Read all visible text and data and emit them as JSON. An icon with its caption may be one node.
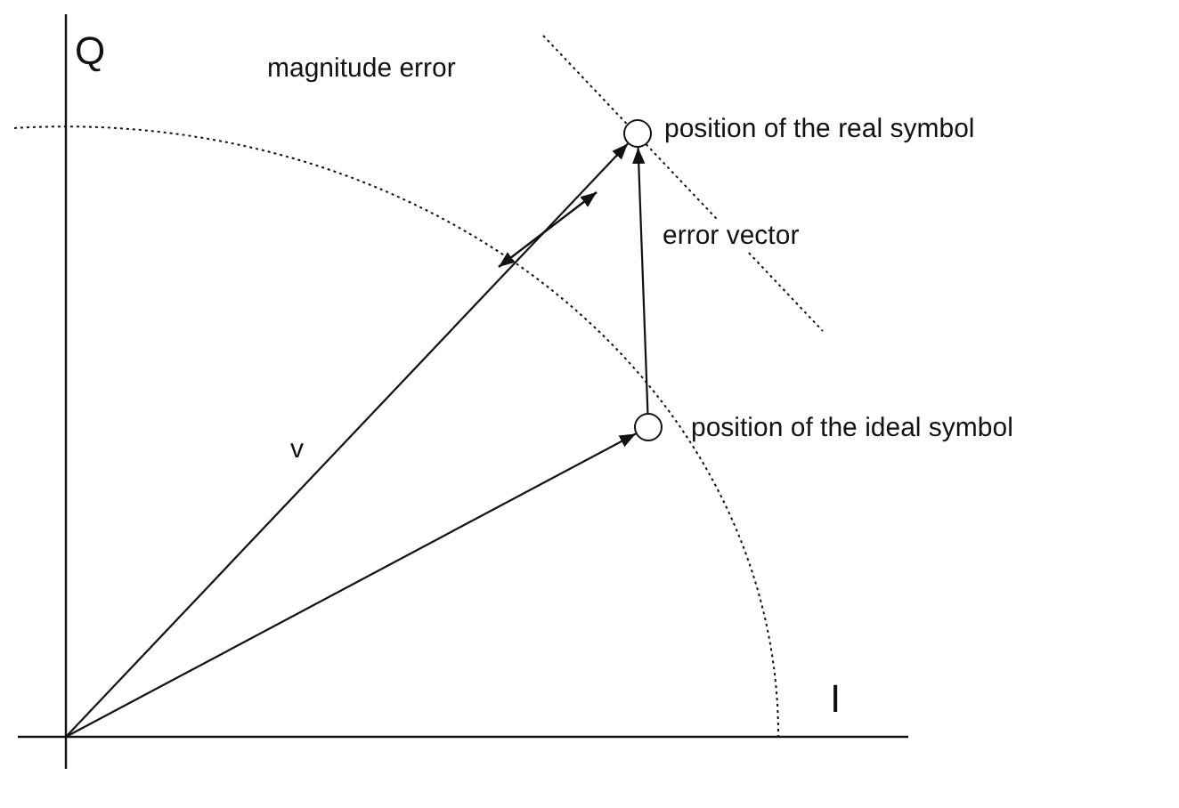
{
  "diagram": {
    "nodes": [
      {
        "text": [],
        "shape": "circle",
        "beside": [
          "position of the real symbol"
        ]
      },
      {
        "text": [],
        "shape": "circle",
        "beside": [
          "position of the ideal symbol"
        ]
      }
    ],
    "edges": [
      {
        "from": null,
        "to": 0,
        "arrow": "to",
        "label": "v"
      },
      {
        "from": null,
        "to": 1,
        "arrow": "to"
      },
      {
        "from": 1,
        "to": 0,
        "arrow": "to",
        "label": "error vector"
      }
    ],
    "labels": [
      "Q",
      "magnitude error",
      "I"
    ]
  }
}
